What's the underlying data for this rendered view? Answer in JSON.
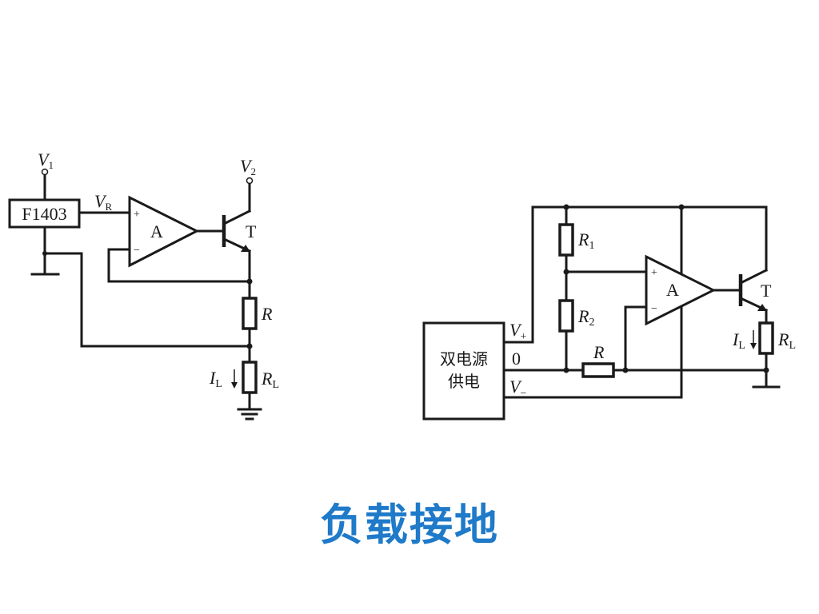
{
  "caption": "负载接地",
  "left_circuit": {
    "regulator_label": "F1403",
    "supply_v1": {
      "main": "V",
      "sub": "1"
    },
    "supply_v2": {
      "main": "V",
      "sub": "2"
    },
    "reference": {
      "main": "V",
      "sub": "R"
    },
    "opamp_label": "A",
    "opamp_plus": "+",
    "opamp_minus": "−",
    "transistor_label": "T",
    "resistor": "R",
    "load_current": {
      "main": "I",
      "sub": "L"
    },
    "load_resistor": {
      "main": "R",
      "sub": "L"
    }
  },
  "right_circuit": {
    "supply_box_line1": "双电源",
    "supply_box_line2": "供电",
    "v_plus": {
      "main": "V",
      "sub": "+"
    },
    "zero": "0",
    "v_minus": {
      "main": "V",
      "sub": "−"
    },
    "r1": {
      "main": "R",
      "sub": "1"
    },
    "r2": {
      "main": "R",
      "sub": "2"
    },
    "resistor": "R",
    "opamp_label": "A",
    "opamp_plus": "+",
    "opamp_minus": "−",
    "transistor_label": "T",
    "load_current": {
      "main": "I",
      "sub": "L"
    },
    "load_resistor": {
      "main": "R",
      "sub": "L"
    }
  }
}
